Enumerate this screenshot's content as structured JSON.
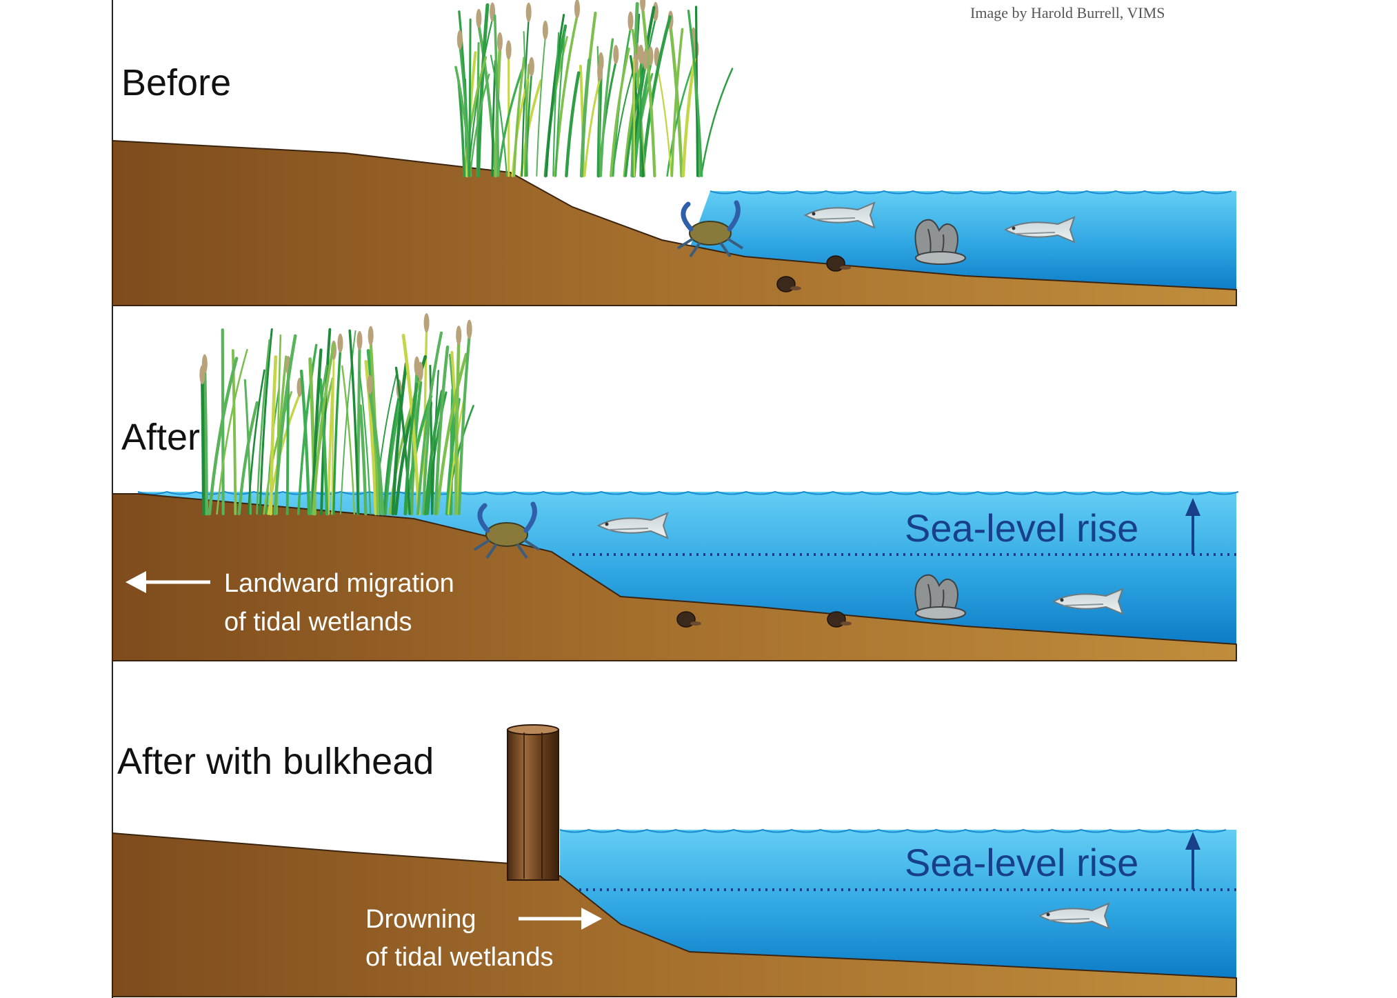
{
  "credit": "Image by Harold Burrell, VIMS",
  "colors": {
    "soil_light": "#b78535",
    "soil_dark": "#7e4c1d",
    "water_light": "#5cc8f2",
    "water_dark": "#0e82cc",
    "reed_green": "#2f9e45",
    "reed_yellow": "#c4d648",
    "sea_level_text": "#173f8a",
    "bulkhead": "#6b3f1c"
  },
  "panels": [
    {
      "id": "before",
      "title": "Before",
      "icons": [
        "marsh-grass-icon",
        "crab-icon",
        "fish-icon",
        "fish-icon",
        "oyster-icon",
        "snail-icon",
        "snail-icon"
      ]
    },
    {
      "id": "after",
      "title": "After",
      "sea_level_label": "Sea-level rise",
      "note_line1": "Landward migration",
      "note_line2": "of tidal wetlands",
      "icons": [
        "marsh-grass-icon",
        "crab-icon",
        "fish-icon",
        "fish-icon",
        "oyster-icon",
        "snail-icon",
        "snail-icon",
        "arrow-left-icon",
        "arrow-up-icon"
      ]
    },
    {
      "id": "bulkhead",
      "title": "After with bulkhead",
      "sea_level_label": "Sea-level rise",
      "note_line1": "Drowning",
      "note_line2": "of tidal wetlands",
      "icons": [
        "bulkhead-post-icon",
        "fish-icon",
        "arrow-right-icon",
        "arrow-up-icon"
      ]
    }
  ]
}
